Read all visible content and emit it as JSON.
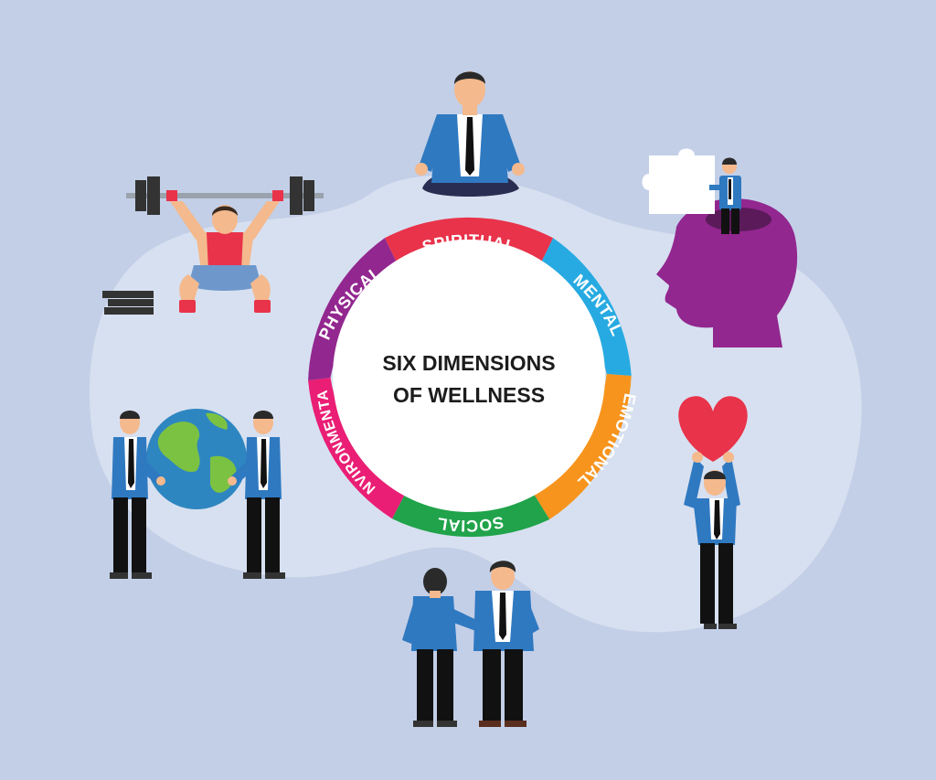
{
  "diagram": {
    "center_title_lines": [
      "SIX DIMENSIONS",
      "OF WELLNESS"
    ],
    "segments": [
      {
        "label": "SPIRITUAL",
        "color": "#e8334a"
      },
      {
        "label": "MENTAL",
        "color": "#27aae1"
      },
      {
        "label": "EMOTIONAL",
        "color": "#f7941d"
      },
      {
        "label": "SOCIAL",
        "color": "#20a34a"
      },
      {
        "label": "ENVIRONMENTAL",
        "color": "#e91e74"
      },
      {
        "label": "PHYSICAL",
        "color": "#92278f"
      }
    ]
  },
  "colors": {
    "background": "#c3cfe7",
    "blob": "#d7e0f0",
    "suit": "#2f79c1",
    "skin": "#f4b98d"
  },
  "illustrations": [
    {
      "icon": "meditation-person-icon"
    },
    {
      "icon": "weightlifter-icon"
    },
    {
      "icon": "head-puzzle-icon"
    },
    {
      "icon": "earth-holders-icon"
    },
    {
      "icon": "heart-holder-icon"
    },
    {
      "icon": "handshake-people-icon"
    }
  ]
}
